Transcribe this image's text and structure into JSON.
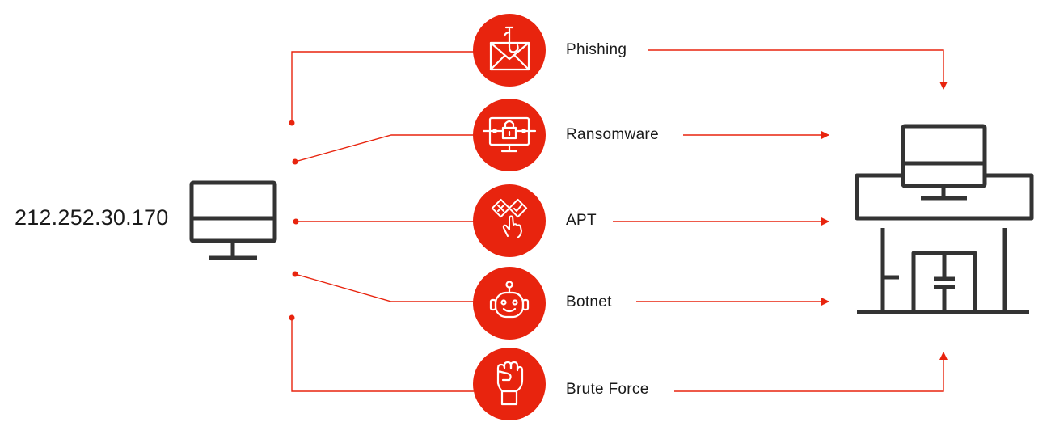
{
  "source": {
    "ip_address": "212.252.30.170",
    "icon": "computer-monitor-icon"
  },
  "target": {
    "icon": "office-building-with-monitor-icon"
  },
  "attacks": [
    {
      "label": "Phishing",
      "icon": "email-hook-icon"
    },
    {
      "label": "Ransomware",
      "icon": "locked-monitor-icon"
    },
    {
      "label": "APT",
      "icon": "hand-selecting-options-icon"
    },
    {
      "label": "Botnet",
      "icon": "robot-face-icon"
    },
    {
      "label": "Brute Force",
      "icon": "raised-fist-icon"
    }
  ],
  "colors": {
    "accent": "#e8240e",
    "line": "#e8240e",
    "icon_stroke": "#333333",
    "text": "#1a1a1a"
  }
}
